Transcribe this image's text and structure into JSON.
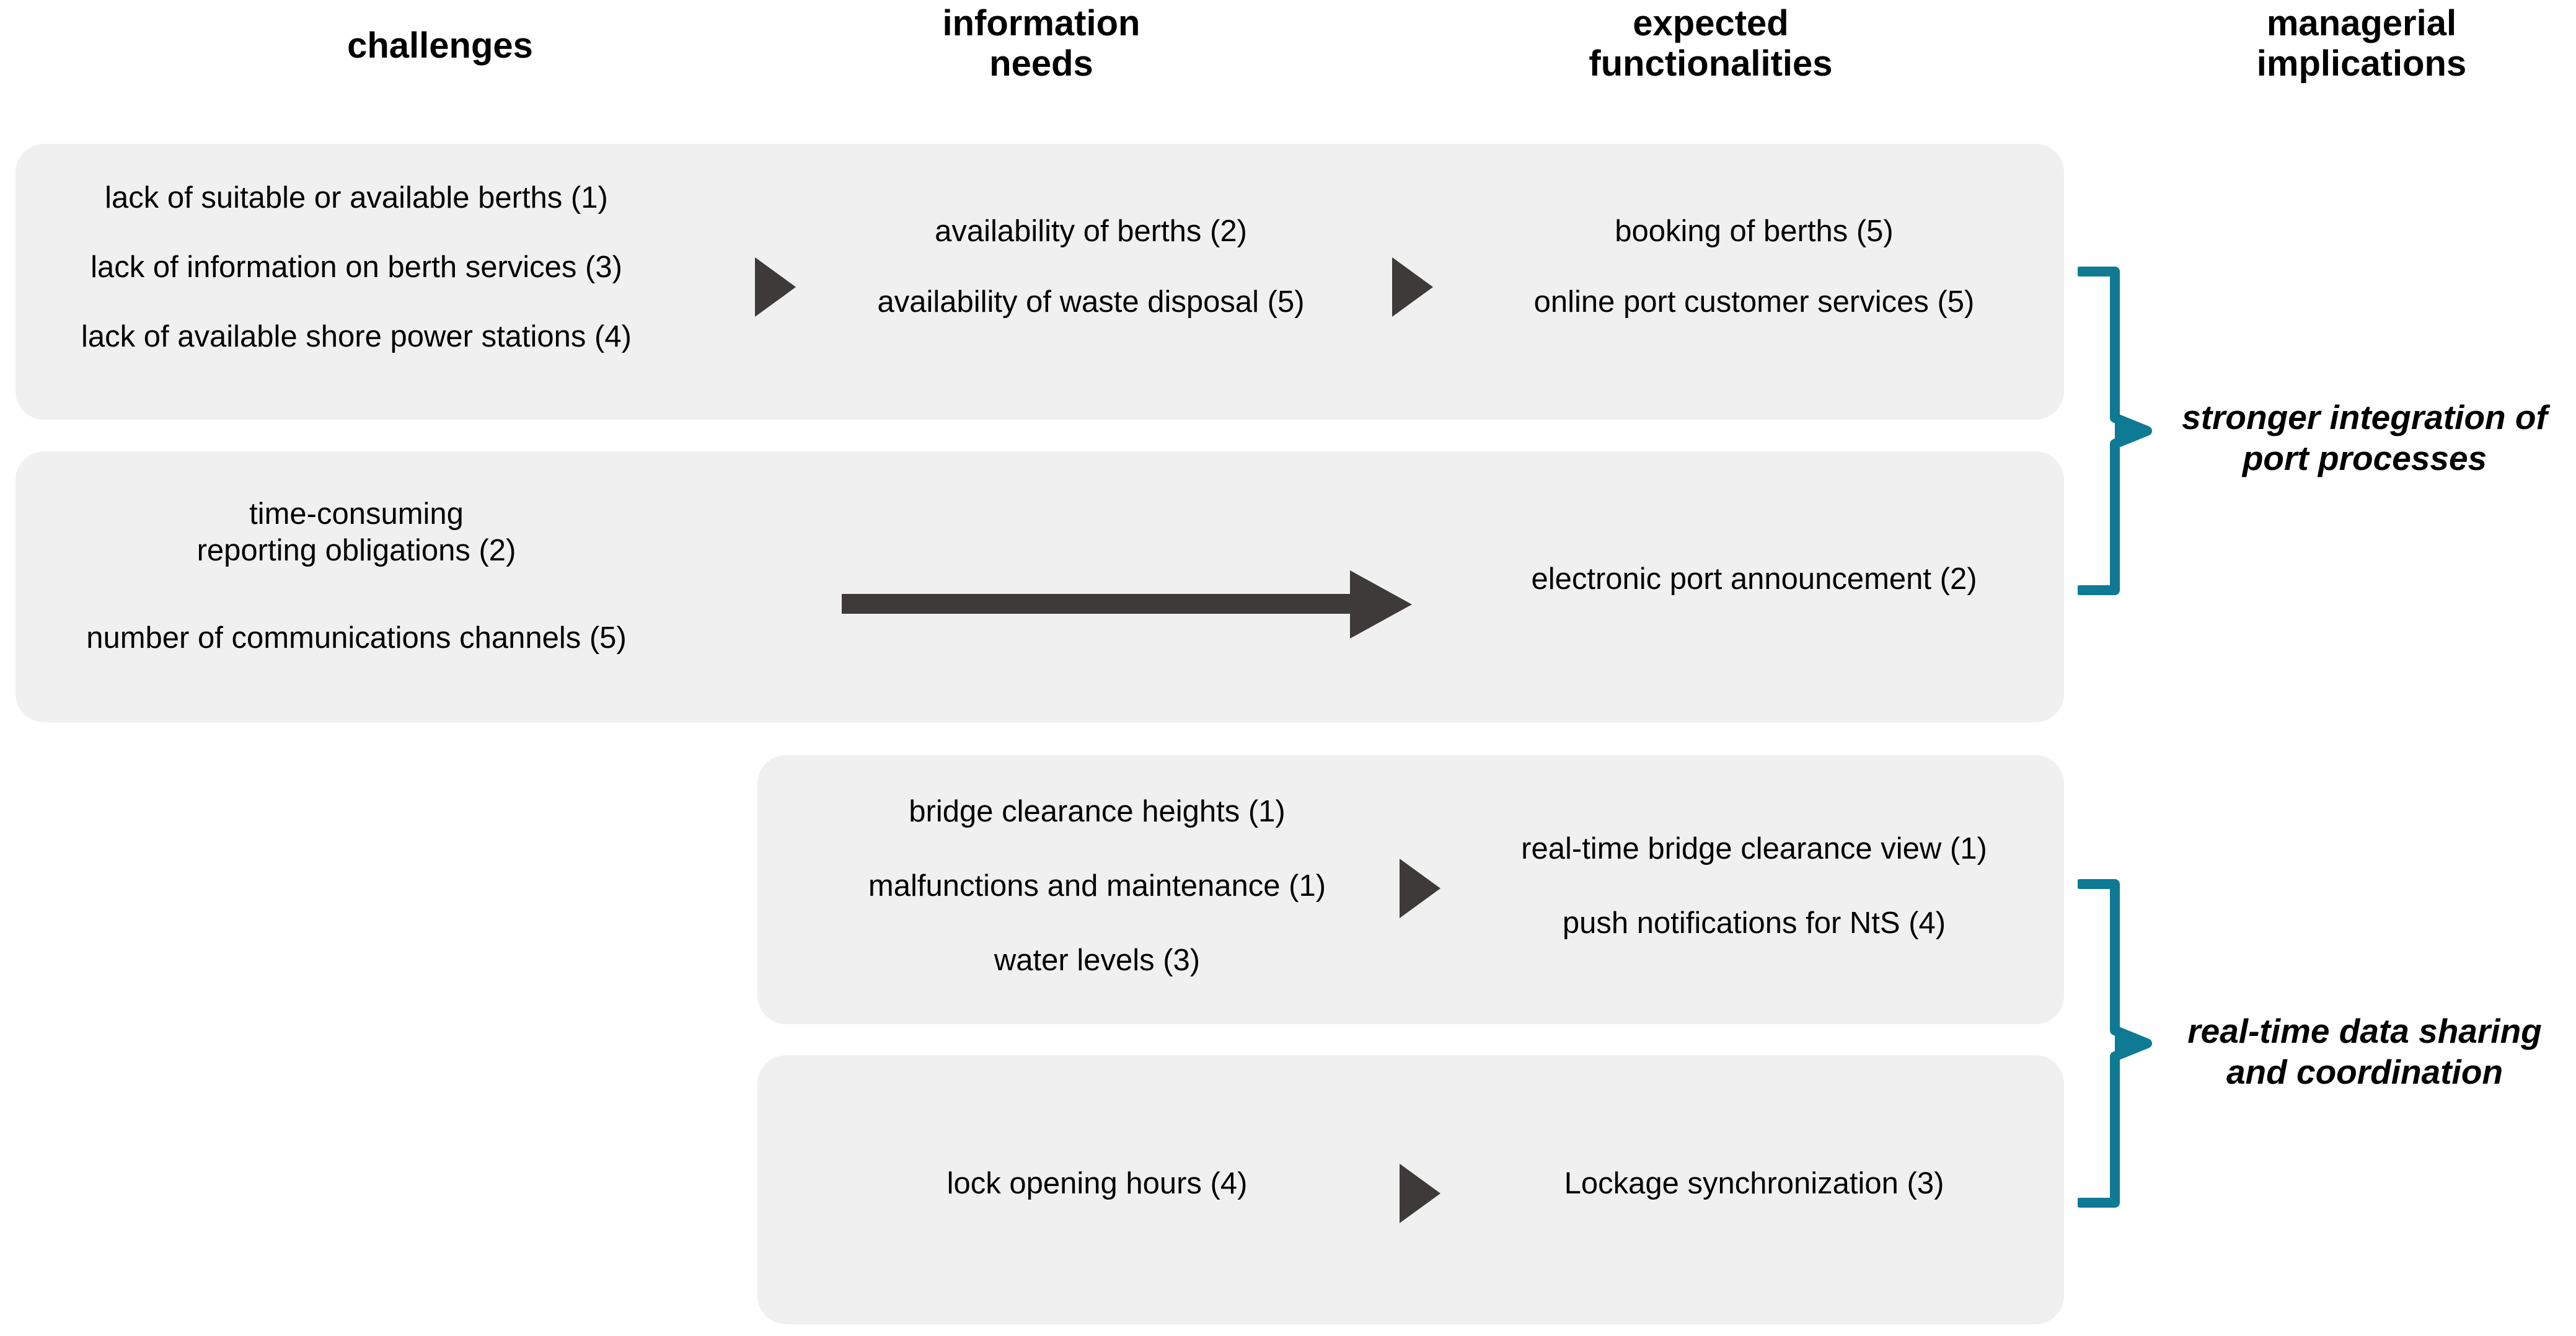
{
  "columns": {
    "challenges": "challenges",
    "information_needs": "information\nneeds",
    "expected_functionalities": "expected\nfunctionalities",
    "managerial_implications": "managerial\nimplications"
  },
  "colors": {
    "panel_background": "#f0f0f0",
    "arrow_dark": "#3d3a39",
    "bracket_teal": "#0e7a94",
    "text": "#000000",
    "page_background": "#ffffff"
  },
  "rows": [
    {
      "id": "row-1",
      "challenges": [
        "lack of suitable or available berths (1)",
        "lack of information on berth services (3)",
        "lack of available shore power stations (4)"
      ],
      "information_needs": [
        "availability of berths (2)",
        "availability of waste disposal (5)"
      ],
      "expected_functionalities": [
        "booking of berths (5)",
        "online port customer services (5)"
      ]
    },
    {
      "id": "row-2",
      "challenges": [
        "time-consuming\nreporting obligations (2)",
        "number of communications channels (5)"
      ],
      "information_needs": [],
      "expected_functionalities": [
        "electronic port announcement (2)"
      ]
    },
    {
      "id": "row-3",
      "challenges": [],
      "information_needs": [
        "bridge clearance heights (1)",
        "malfunctions and maintenance  (1)",
        "water levels (3)"
      ],
      "expected_functionalities": [
        "real-time bridge clearance view (1)",
        "push notifications for NtS (4)"
      ]
    },
    {
      "id": "row-4",
      "challenges": [],
      "information_needs": [
        "lock opening hours (4)"
      ],
      "expected_functionalities": [
        "Lockage synchronization (3)"
      ]
    }
  ],
  "managerial_implications": [
    {
      "id": "implication-1",
      "label": "stronger integration of\nport processes",
      "covers_rows": [
        "row-1",
        "row-2"
      ]
    },
    {
      "id": "implication-2",
      "label": "real-time data sharing\nand coordination",
      "covers_rows": [
        "row-3",
        "row-4"
      ]
    }
  ],
  "icons": {
    "flow_arrow": "triangle-right-arrow-icon",
    "long_flow_arrow": "long-right-arrow-icon",
    "grouping_bracket": "bracket-right-icon"
  }
}
